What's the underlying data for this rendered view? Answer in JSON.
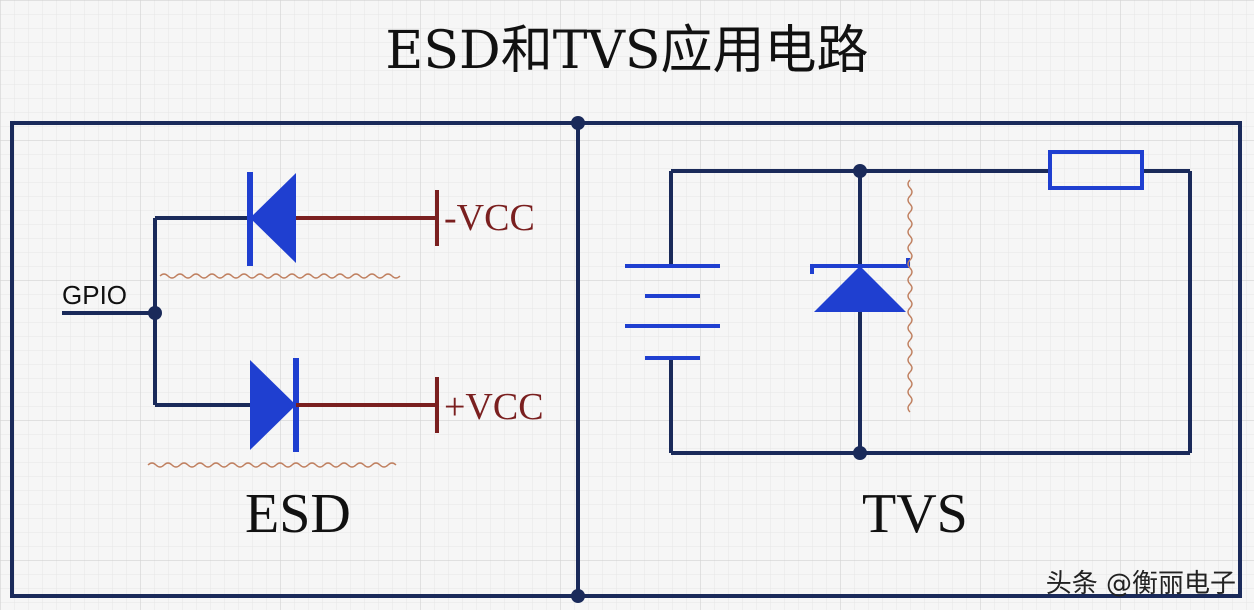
{
  "title": "ESD和TVS应用电路",
  "esd": {
    "input_label": "GPIO",
    "top_supply_label": "-VCC",
    "bottom_supply_label": "+VCC",
    "section_label": "ESD"
  },
  "tvs": {
    "section_label": "TVS"
  },
  "watermark": "头条 @衡丽电子",
  "colors": {
    "wire": "#1a2a5a",
    "component": "#1f3fd0",
    "supply_wire": "#7a1f1f",
    "grid": "#dcdcdc",
    "squiggle": "#c08060"
  }
}
